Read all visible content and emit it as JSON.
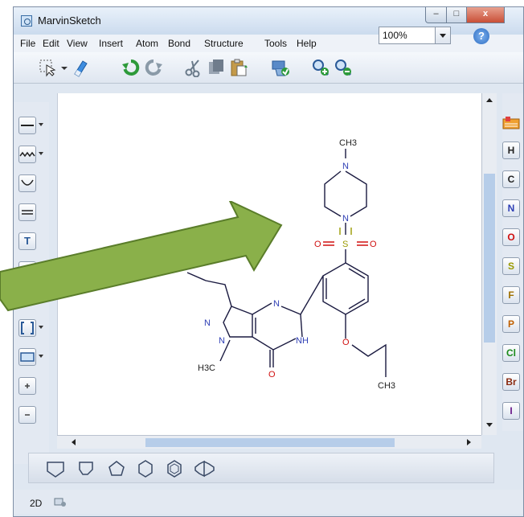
{
  "window": {
    "title": "MarvinSketch",
    "minimize_glyph": "–",
    "maximize_glyph": "□",
    "close_glyph": "x"
  },
  "menu": [
    "File",
    "Edit",
    "View",
    "Insert",
    "Atom",
    "Bond",
    "Structure",
    "Tools",
    "Help"
  ],
  "toolbar": {
    "zoom_value": "100%",
    "help_label": "?"
  },
  "left_tools": {
    "text_label": "T"
  },
  "atoms": [
    "H",
    "C",
    "N",
    "O",
    "S",
    "F",
    "P",
    "Cl",
    "Br",
    "I"
  ],
  "atom_colors": {
    "H": "#222222",
    "C": "#222222",
    "N": "#2f3fb5",
    "O": "#d01010",
    "S": "#9a9a00",
    "F": "#a07000",
    "P": "#c06000",
    "Cl": "#1a8a1a",
    "Br": "#8a2a10",
    "I": "#6a1a8a"
  },
  "molecule_labels": {
    "ch3_top": "CH3",
    "n1": "N",
    "n2": "N",
    "s": "S",
    "o_left": "O",
    "o_right": "O",
    "n_ring": "N",
    "n_pyr1": "N",
    "n_pyr2": "N",
    "nh": "NH",
    "h3c": "H3C",
    "o_carbonyl": "O",
    "o_ether": "O",
    "ch3_ethyl": "CH3"
  },
  "status": {
    "mode": "2D"
  },
  "colors": {
    "arrow_fill": "#8ab04a",
    "arrow_stroke": "#5a7d2a",
    "bond": "#1a1a40",
    "nitrogen": "#2f3fb5",
    "oxygen": "#d01010",
    "sulfur": "#9a9a00"
  }
}
